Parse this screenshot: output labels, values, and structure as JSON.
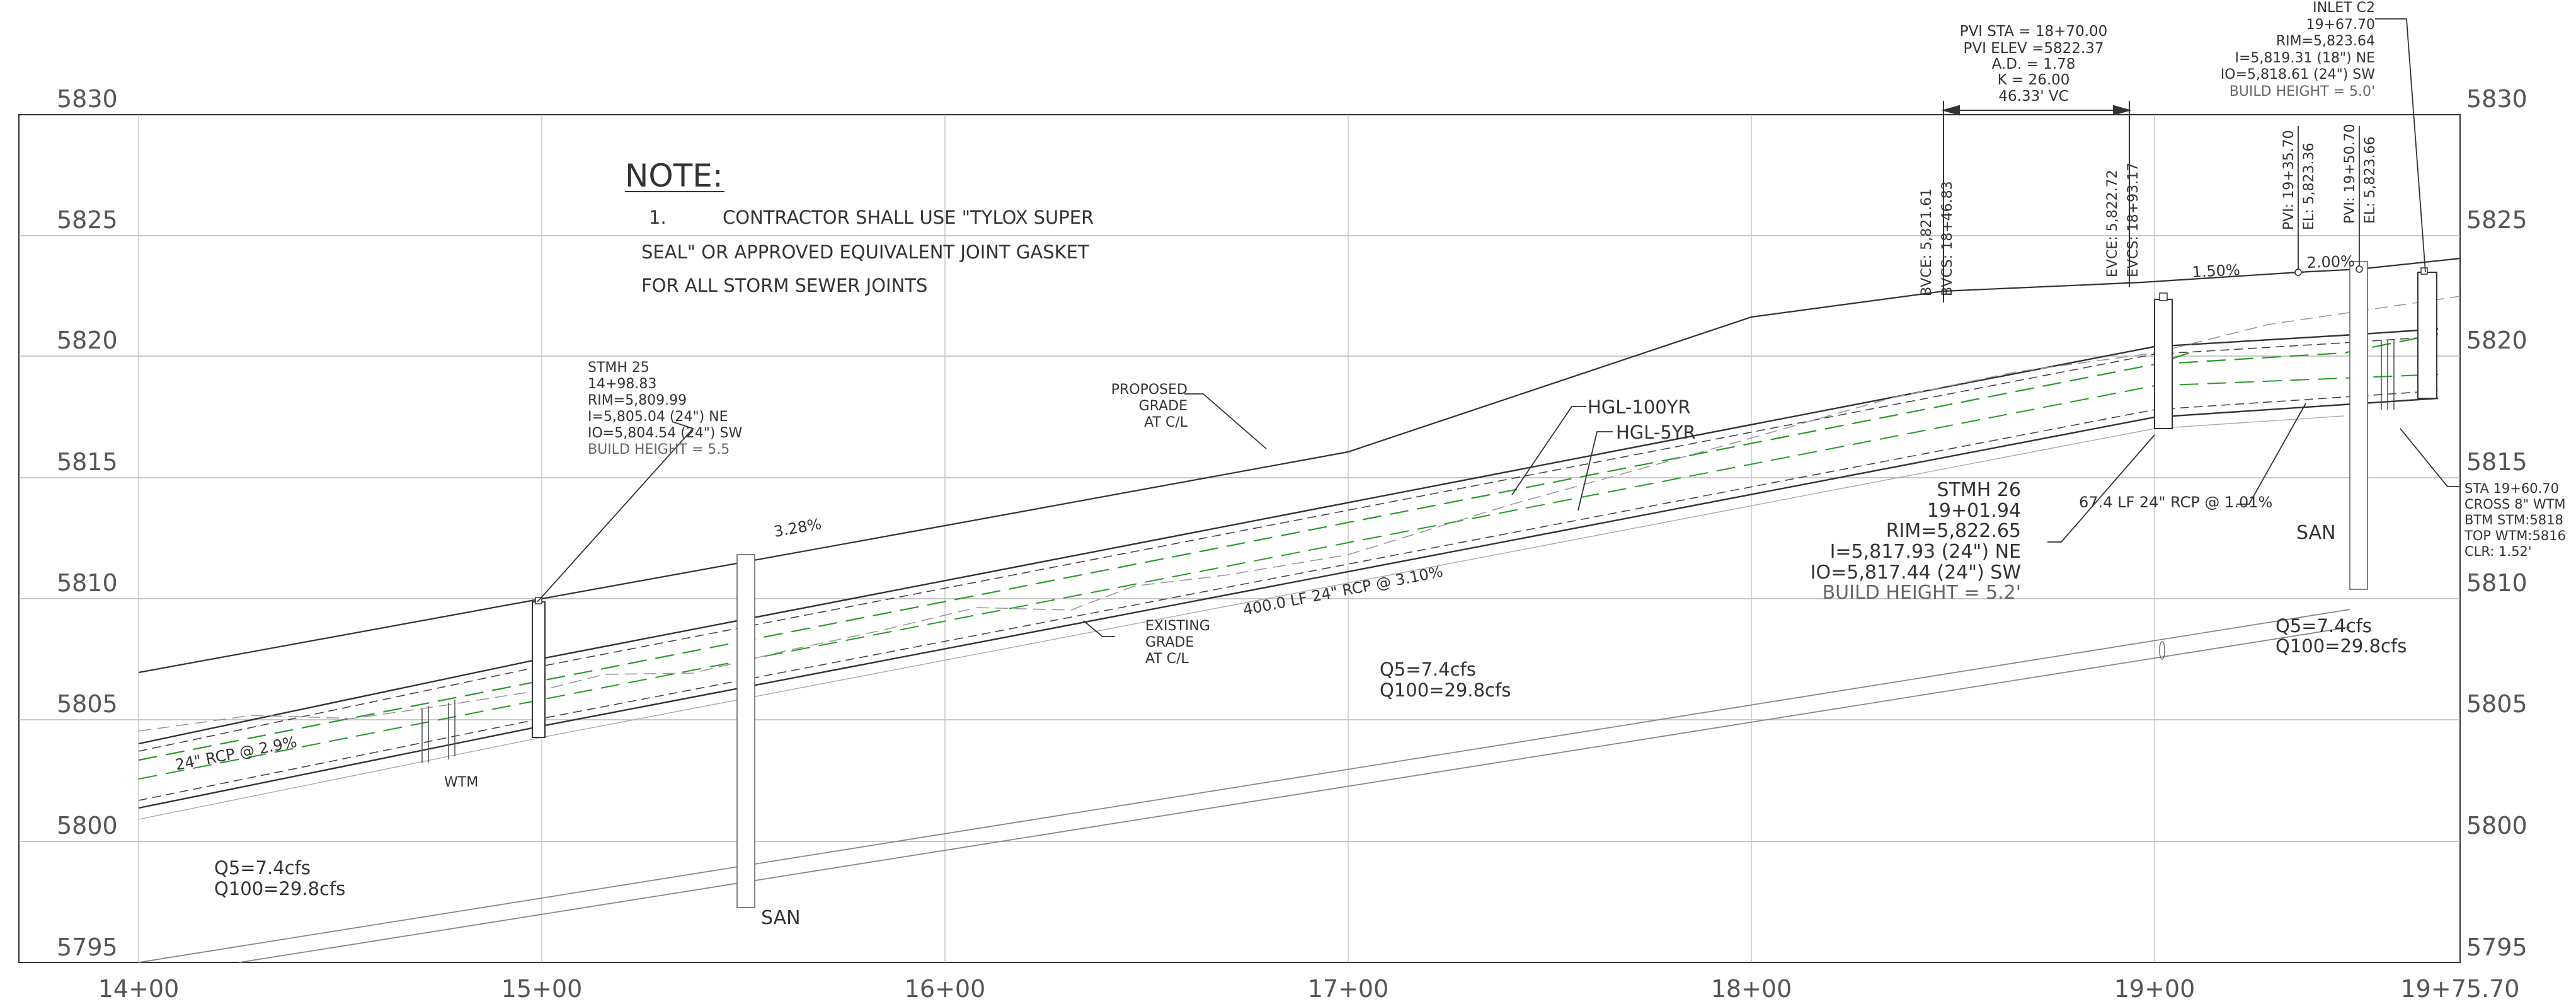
{
  "axes": {
    "elevations": [
      "5830",
      "5825",
      "5820",
      "5815",
      "5810",
      "5805",
      "5800",
      "5795"
    ],
    "stations": [
      "14+00",
      "15+00",
      "16+00",
      "17+00",
      "18+00",
      "19+00",
      "19+75.70"
    ]
  },
  "note": {
    "title": "NOTE:",
    "item_num": "1.",
    "line1": "CONTRACTOR SHALL USE \"TYLOX SUPER",
    "line2": "SEAL\" OR APPROVED EQUIVALENT JOINT GASKET",
    "line3": "FOR ALL STORM SEWER JOINTS"
  },
  "pvi": {
    "sta": "PVI STA = 18+70.00",
    "elev": "PVI ELEV =5822.37",
    "ad": "A.D. = 1.78",
    "k": "K = 26.00",
    "vc": "46.33' VC"
  },
  "inlet_c2": {
    "name": "INLET C2",
    "sta": "19+67.70",
    "rim": "RIM=5,823.64",
    "inv_in": "I=5,819.31 (18\") NE",
    "inv_out": "IO=5,818.61 (24\") SW",
    "build": "BUILD HEIGHT = 5.0'"
  },
  "vertical_labels": {
    "bvce": "BVCE: 5,821.61",
    "bvcs": "BVCS: 18+46.83",
    "evce": "EVCE: 5,822.72",
    "evcs": "EVCS: 18+93.17",
    "pvi1_sta": "PVI: 19+35.70",
    "pvi1_el": "EL: 5,823.36",
    "pvi2_sta": "PVI: 19+50.70",
    "pvi2_el": "EL: 5,823.66"
  },
  "grades": {
    "g1": "3.28%",
    "g2": "1.50%",
    "g3": "2.00%"
  },
  "stmh25": {
    "name": "STMH 25",
    "sta": "14+98.83",
    "rim": "RIM=5,809.99",
    "inv_in": "I=5,805.04 (24\") NE",
    "inv_out": "IO=5,804.54 (24\") SW",
    "build": "BUILD HEIGHT = 5.5"
  },
  "stmh26": {
    "name": "STMH 26",
    "sta": "19+01.94",
    "rim": "RIM=5,822.65",
    "inv_in": "I=5,817.93 (24\") NE",
    "inv_out": "IO=5,817.44 (24\") SW",
    "build": "BUILD HEIGHT = 5.2'"
  },
  "pipes": {
    "p1": "24\" RCP @ 2.9%",
    "p2": "400.0 LF 24\" RCP @ 3.10%",
    "p3": "67.4 LF 24\" RCP @ 1.01%"
  },
  "callouts": {
    "proposed1": "PROPOSED",
    "proposed2": "GRADE",
    "proposed3": "AT C/L",
    "existing1": "EXISTING",
    "existing2": "GRADE",
    "existing3": "AT C/L",
    "hgl100": "HGL-100YR",
    "hgl5": "HGL-5YR",
    "wtm": "WTM",
    "san1": "SAN",
    "san2": "SAN"
  },
  "flows": {
    "left_q5": "Q5=7.4cfs",
    "left_q100": "Q100=29.8cfs",
    "mid_q5": "Q5=7.4cfs",
    "mid_q100": "Q100=29.8cfs",
    "right_q5": "Q5=7.4cfs",
    "right_q100": "Q100=29.8cfs"
  },
  "crossing": {
    "l1": "STA 19+60.70",
    "l2": "CROSS 8\" WTM",
    "l3": "BTM STM:5818",
    "l4": "TOP WTM:5816",
    "l5": "CLR: 1.52'"
  }
}
